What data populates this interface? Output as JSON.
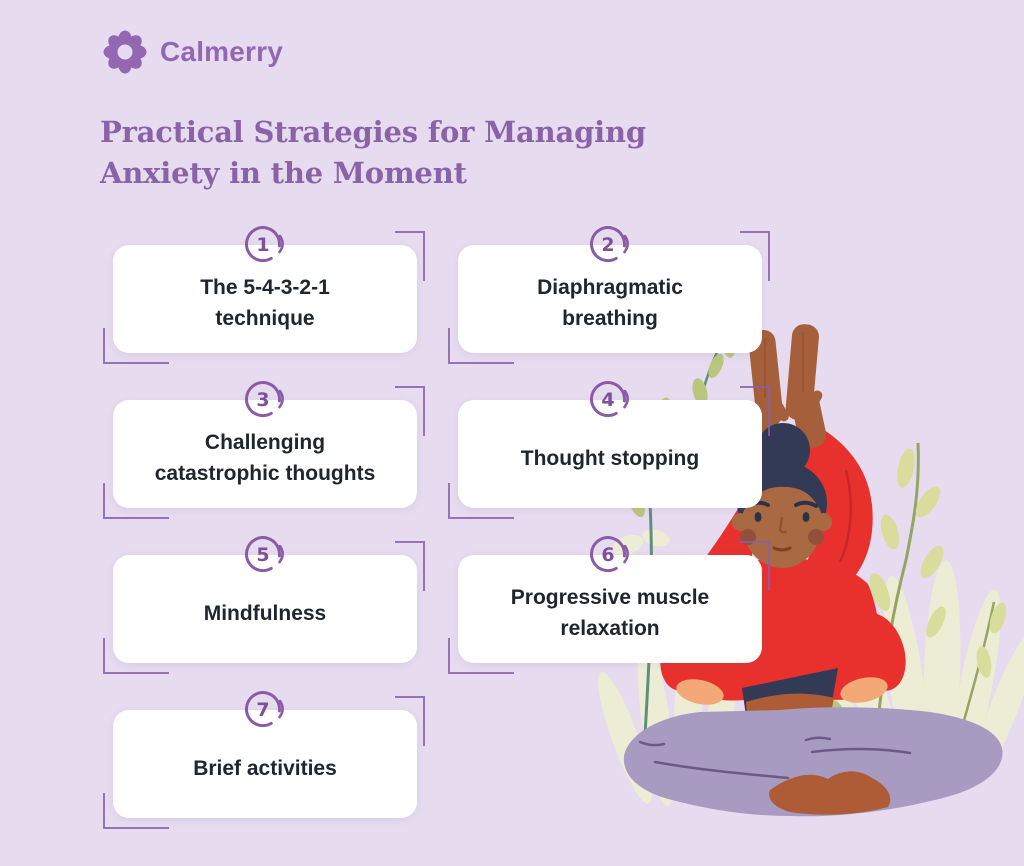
{
  "brand": {
    "name": "Calmerry",
    "icon": "flower-icon"
  },
  "title": {
    "text": "Practical Strategies for Managing Anxiety in the Moment",
    "line1": "Practical Strategies for Managing",
    "line2": "Anxiety in the Moment"
  },
  "cards": [
    {
      "number": "1",
      "label": "The 5-4-3-2-1 technique",
      "line1": "The 5-4-3-2-1",
      "line2": "technique"
    },
    {
      "number": "2",
      "label": "Diaphragmatic breathing",
      "line1": "Diaphragmatic",
      "line2": "breathing"
    },
    {
      "number": "3",
      "label": "Challenging catastrophic thoughts",
      "line1": "Challenging",
      "line2": "catastrophic thoughts"
    },
    {
      "number": "4",
      "label": "Thought stopping",
      "line1": "Thought stopping",
      "line2": ""
    },
    {
      "number": "5",
      "label": "Mindfulness",
      "line1": "Mindfulness",
      "line2": ""
    },
    {
      "number": "6",
      "label": "Progressive muscle relaxation",
      "line1": "Progressive muscle",
      "line2": "relaxation"
    },
    {
      "number": "7",
      "label": "Brief activities",
      "line1": "Brief activities",
      "line2": ""
    }
  ],
  "illustration": {
    "name": "woman-meditating",
    "description": "Woman in a red long-sleeve top and lavender pants sitting cross-legged with arms raised overhead, surrounded by olive branches and cream grass"
  },
  "colors": {
    "background": "#e6dbef",
    "card": "#ffffff",
    "brand_purple": "#9467b3",
    "title_purple": "#8a63a7",
    "badge_purple": "#8a5ba6",
    "bracket_purple": "#8660ac",
    "card_text": "#20262e",
    "red_top": "#e8312d",
    "pants_lavender": "#a89bc1",
    "skin": "#a96a43",
    "hair_navy": "#333a56",
    "leaf_olive": "#b9c77e",
    "leaf_light": "#d8dd9b",
    "grass_cream": "#ededd6",
    "feet_terracotta": "#ad5c35"
  }
}
